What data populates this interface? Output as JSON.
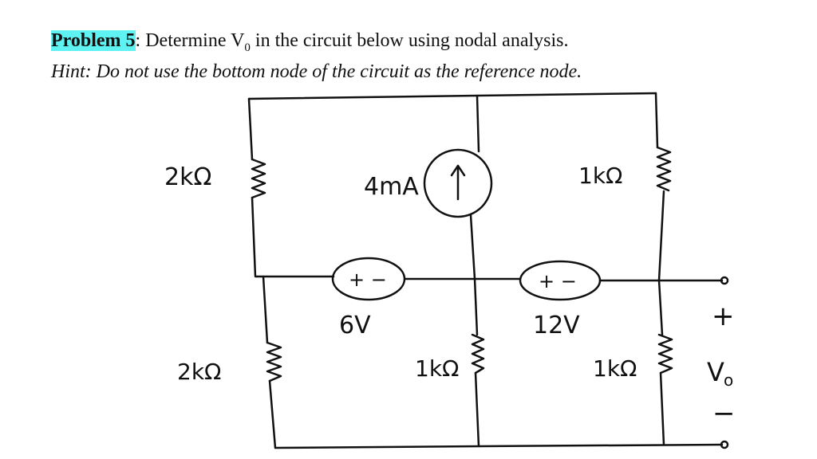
{
  "problem": {
    "label": "Problem 5",
    "statement_pre": ": Determine V",
    "statement_sub": "0",
    "statement_post": " in the circuit below using nodal analysis.",
    "hint": "Hint: Do not use the bottom node of the circuit as the reference node."
  },
  "circuit": {
    "labels": {
      "r_top_left": "2kΩ",
      "r_bottom_left": "2kΩ",
      "current_source": "4mA",
      "r_top_right": "1kΩ",
      "vs_left": "6V",
      "vs_right": "12V",
      "r_bottom_mid": "1kΩ",
      "r_bottom_right": "1kΩ",
      "vs_polarity": "+ −",
      "out_plus": "+",
      "out_minus": "−",
      "out_label": "V",
      "out_label_sub": "o"
    }
  },
  "colors": {
    "highlight": "#5ef2f2",
    "ink": "#111111"
  }
}
